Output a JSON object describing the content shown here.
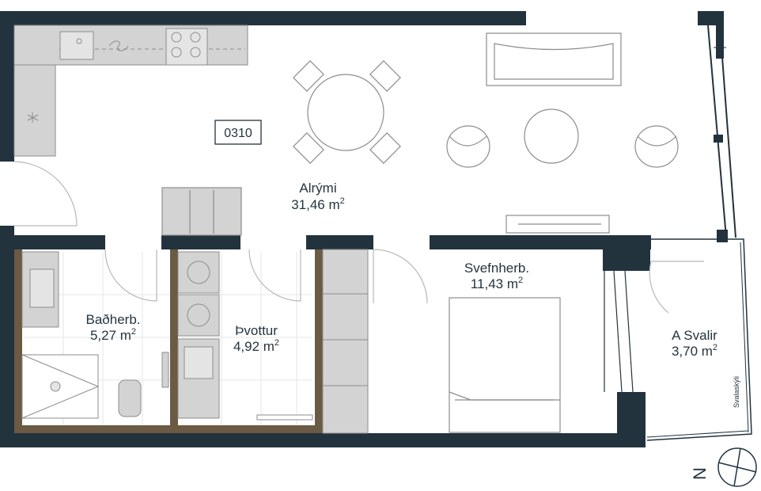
{
  "unit": {
    "id": "0310"
  },
  "rooms": [
    {
      "key": "living",
      "name": "Alrými",
      "area": "31,46 m",
      "sup": "2"
    },
    {
      "key": "bedroom",
      "name": "Svefnherb.",
      "area": "11,43 m",
      "sup": "2"
    },
    {
      "key": "bath",
      "name": "Baðherb.",
      "area": "5,27 m",
      "sup": "2"
    },
    {
      "key": "laundry",
      "name": "Þvottur",
      "area": "4,92 m",
      "sup": "2"
    },
    {
      "key": "balcony",
      "name": "A Svalir",
      "area": "3,70 m",
      "sup": "2"
    }
  ],
  "balcony_shield": "Svalaskýli",
  "compass": {
    "letter": "N"
  },
  "colors": {
    "wall": "#22333e",
    "furniture": "#d3d3d3",
    "furniture_stroke": "#8d8d8d",
    "wet_wall": "#6b5a44",
    "line": "#b8b8b8"
  }
}
